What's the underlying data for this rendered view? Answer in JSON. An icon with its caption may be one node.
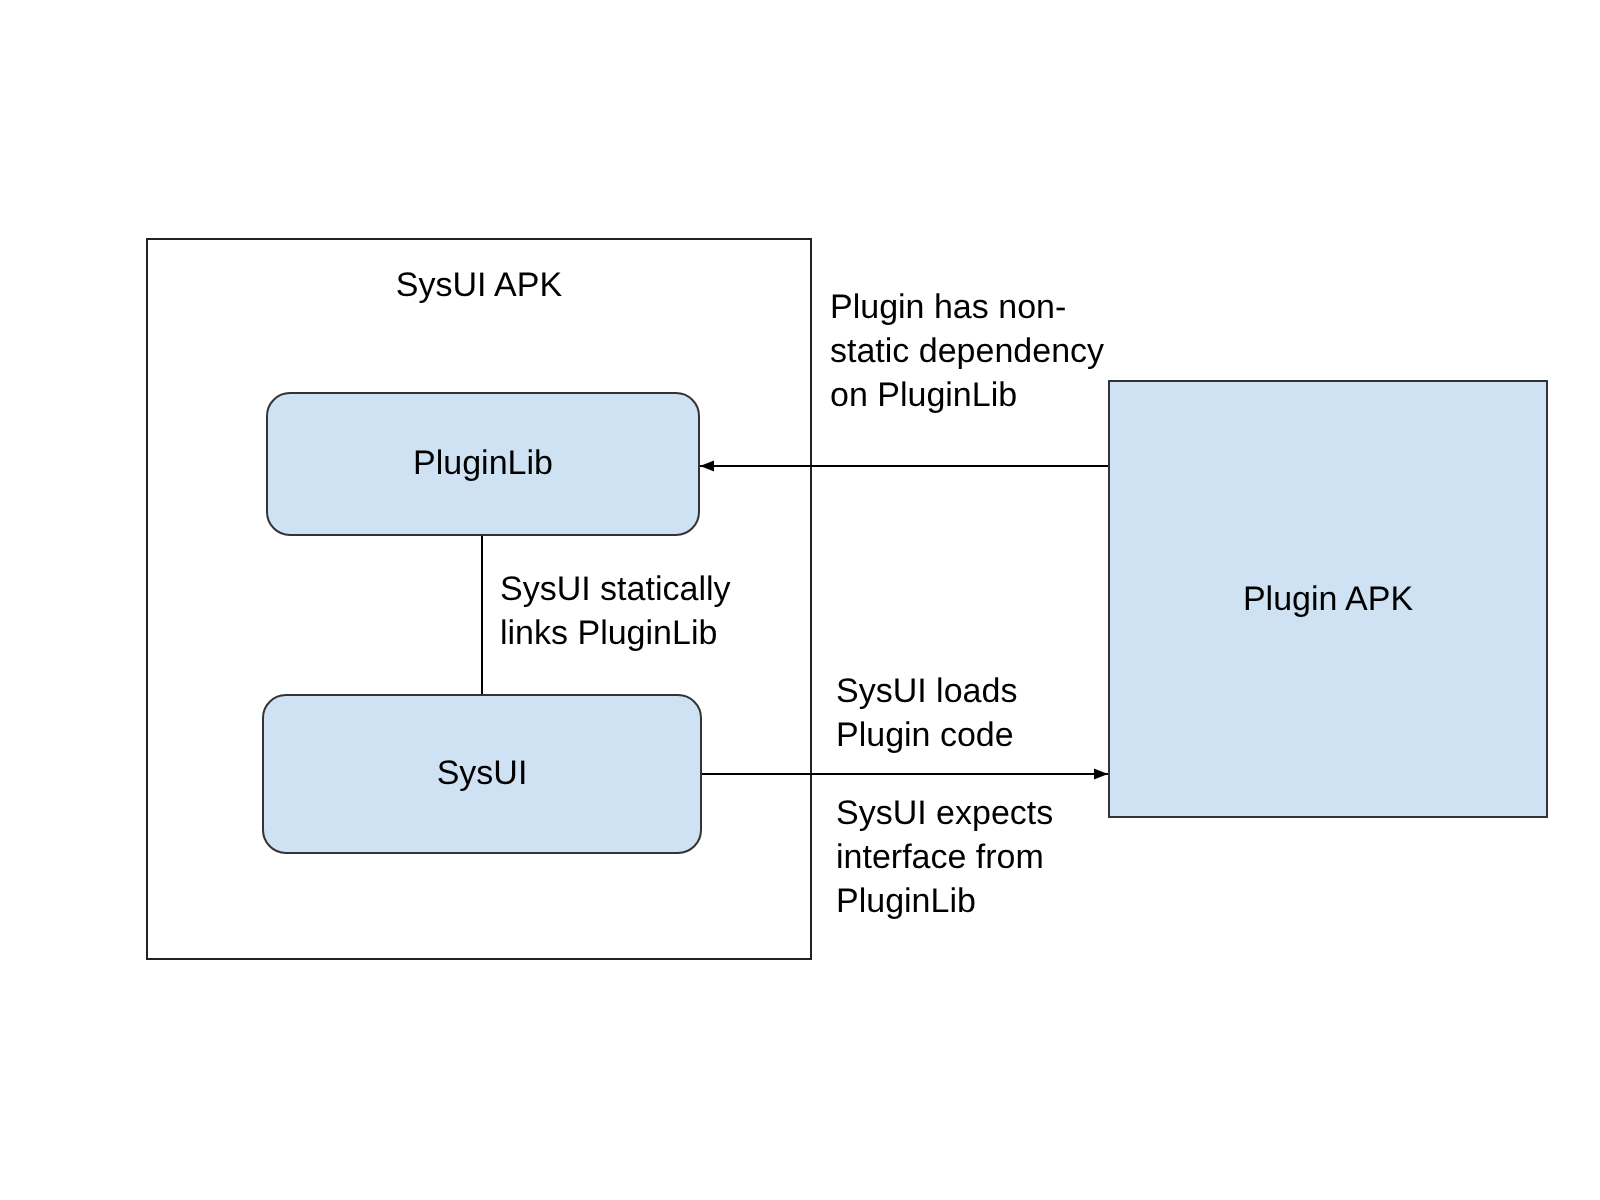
{
  "diagram": {
    "nodes": [
      {
        "text": [
          "SysUI APK"
        ]
      },
      {
        "text": [
          "PluginLib"
        ],
        "in": 0
      },
      {
        "text": [
          "SysUI"
        ],
        "in": 0
      },
      {
        "text": [
          "Plugin APK"
        ]
      }
    ],
    "edges": [
      {
        "from": 3,
        "to": 1,
        "arrow": "to",
        "label": "Plugin has non-static dependency on PluginLib"
      },
      {
        "from": 1,
        "to": 2,
        "arrow": "none",
        "label": "SysUI statically links PluginLib"
      },
      {
        "from": 2,
        "to": 3,
        "arrow": "to",
        "label": "SysUI loads Plugin code"
      }
    ],
    "labels": [
      "SysUI expects interface from PluginLib"
    ]
  }
}
